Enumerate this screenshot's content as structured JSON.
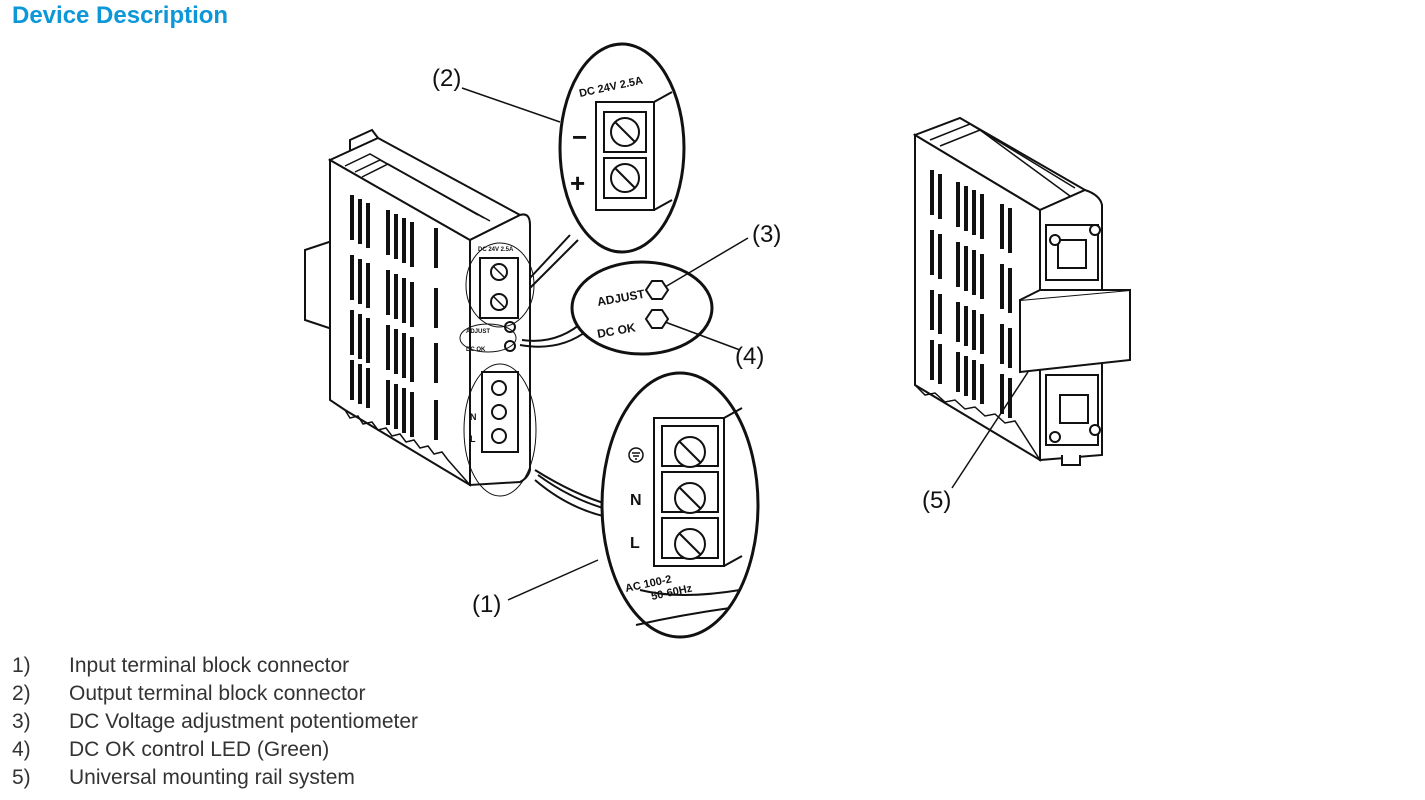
{
  "page": {
    "title": "Device Description"
  },
  "figure": {
    "callouts": {
      "c1": "(1)",
      "c2": "(2)",
      "c3": "(3)",
      "c4": "(4)",
      "c5": "(5)"
    },
    "output_terminal": {
      "rating_label": "DC  24V  2.5A",
      "minus_symbol": "−",
      "plus_symbol": "+"
    },
    "adjust_panel": {
      "adjust_label": "ADJUST",
      "dcok_label": "DC  OK"
    },
    "input_terminal": {
      "n_label": "N",
      "l_label": "L",
      "ac_label": "AC  100-2",
      "freq_label": "50-60Hz"
    }
  },
  "legend": {
    "items": [
      {
        "num": "1)",
        "text": "Input terminal block connector"
      },
      {
        "num": "2)",
        "text": "Output terminal block connector"
      },
      {
        "num": "3)",
        "text": "DC Voltage adjustment potentiometer"
      },
      {
        "num": "4)",
        "text": "DC OK control LED (Green)"
      },
      {
        "num": "5)",
        "text": "Universal mounting rail system"
      }
    ]
  }
}
